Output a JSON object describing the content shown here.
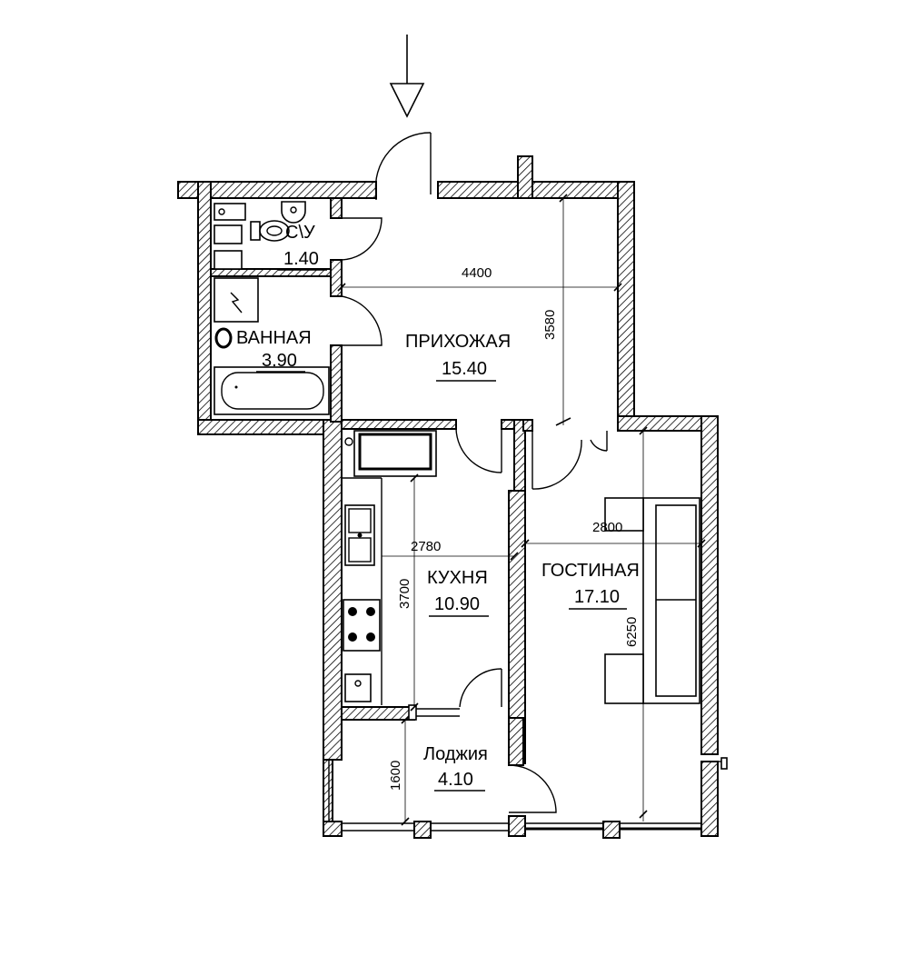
{
  "rooms": {
    "wc": {
      "name": "С\\У",
      "area": "1.40"
    },
    "bath": {
      "name": "ВАННАЯ",
      "area": "3.90"
    },
    "hall": {
      "name": "ПРИХОЖАЯ",
      "area": "15.40"
    },
    "kitchen": {
      "name": "КУХНЯ",
      "area": "10.90"
    },
    "living": {
      "name": "ГОСТИНАЯ",
      "area": "17.10"
    },
    "loggia": {
      "name": "Лоджия",
      "area": "4.10"
    }
  },
  "dimensions": {
    "hall_width": "4400",
    "hall_depth": "3580",
    "kitchen_width": "2780",
    "kitchen_depth": "3700",
    "living_width": "2800",
    "living_depth": "6250",
    "loggia_depth": "1600"
  },
  "icons": {
    "entrance": "entrance-arrow-icon"
  }
}
